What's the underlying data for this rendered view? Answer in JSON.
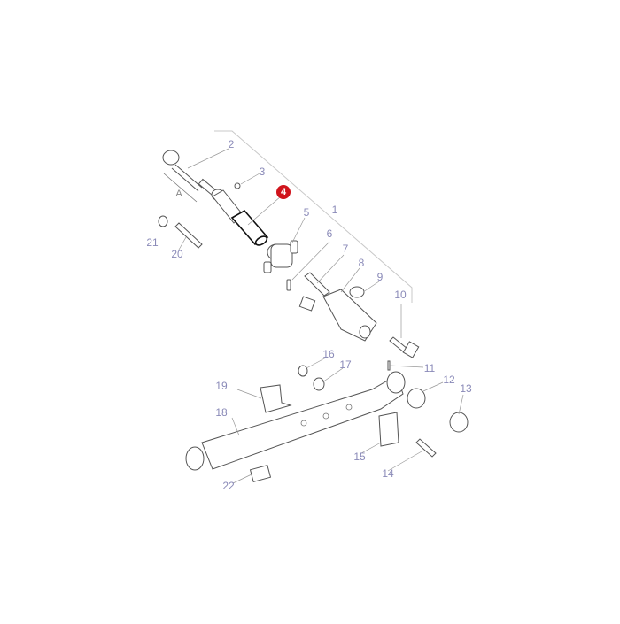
{
  "diagram": {
    "title": "Lower Link / Top Link Assembly Exploded View",
    "highlight_color": "#d0141c",
    "callout_color": "#8a8ab8",
    "highlighted_part": "4",
    "dimension_label": "A",
    "callouts": [
      {
        "id": "1",
        "label": "1"
      },
      {
        "id": "2",
        "label": "2"
      },
      {
        "id": "3",
        "label": "3"
      },
      {
        "id": "4",
        "label": "4"
      },
      {
        "id": "5",
        "label": "5"
      },
      {
        "id": "6",
        "label": "6"
      },
      {
        "id": "7",
        "label": "7"
      },
      {
        "id": "8",
        "label": "8"
      },
      {
        "id": "9",
        "label": "9"
      },
      {
        "id": "10",
        "label": "10"
      },
      {
        "id": "11",
        "label": "11"
      },
      {
        "id": "12",
        "label": "12"
      },
      {
        "id": "13",
        "label": "13"
      },
      {
        "id": "14",
        "label": "14"
      },
      {
        "id": "15",
        "label": "15"
      },
      {
        "id": "16",
        "label": "16"
      },
      {
        "id": "17",
        "label": "17"
      },
      {
        "id": "18",
        "label": "18"
      },
      {
        "id": "19",
        "label": "19"
      },
      {
        "id": "20",
        "label": "20"
      },
      {
        "id": "21",
        "label": "21"
      },
      {
        "id": "22",
        "label": "22"
      }
    ]
  }
}
